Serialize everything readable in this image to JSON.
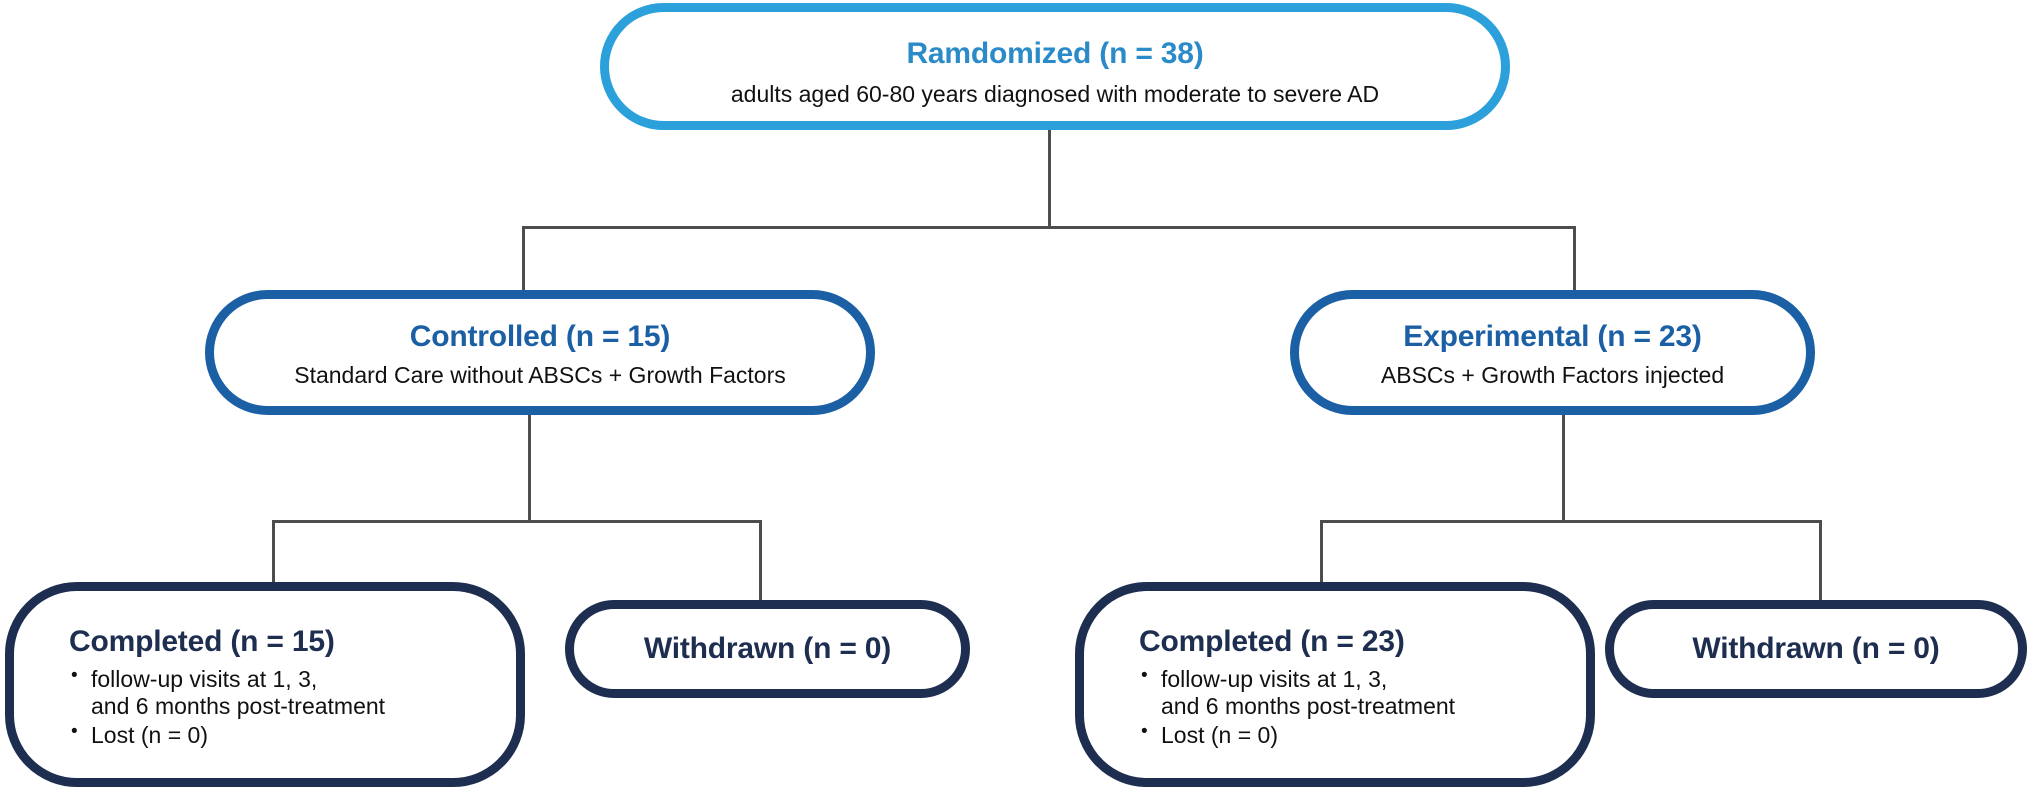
{
  "diagram": {
    "type": "consort-flow-diagram",
    "colors": {
      "root_border": "#2BA0DB",
      "root_title": "#2B8BC8",
      "arm_border": "#1B5FA4",
      "arm_title": "#1B5FA4",
      "outcome_border": "#1E2E50",
      "outcome_title": "#1E2E50",
      "connector": "#4d4d4d",
      "body_text": "#111111",
      "background": "#ffffff"
    },
    "root": {
      "title": "Ramdomized (n = 38)",
      "subtitle": "adults aged 60-80 years diagnosed with moderate to severe AD",
      "n": 38
    },
    "arms": [
      {
        "id": "controlled",
        "title": "Controlled (n = 15)",
        "subtitle": "Standard Care without ABSCs + Growth Factors",
        "n": 15
      },
      {
        "id": "experimental",
        "title": "Experimental (n = 23)",
        "subtitle": "ABSCs + Growth Factors injected",
        "n": 23
      }
    ],
    "outcomes": [
      {
        "id": "completed-controlled",
        "arm": "controlled",
        "title": "Completed (n = 15)",
        "n": 15,
        "bullets": [
          "follow-up visits at 1, 3,\nand 6 months post-treatment",
          "Lost (n = 0)"
        ]
      },
      {
        "id": "withdrawn-controlled",
        "arm": "controlled",
        "title": "Withdrawn (n = 0)",
        "n": 0,
        "bullets": []
      },
      {
        "id": "completed-experimental",
        "arm": "experimental",
        "title": "Completed (n = 23)",
        "n": 23,
        "bullets": [
          "follow-up visits at 1, 3,\nand 6 months post-treatment",
          "Lost (n = 0)"
        ]
      },
      {
        "id": "withdrawn-experimental",
        "arm": "experimental",
        "title": "Withdrawn (n = 0)",
        "n": 0,
        "bullets": []
      }
    ]
  }
}
